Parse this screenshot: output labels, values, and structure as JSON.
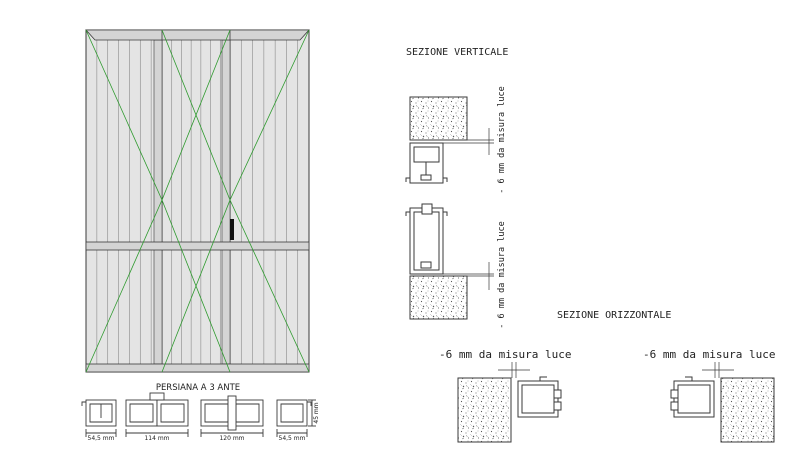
{
  "labels": {
    "vertical_section_title": "SEZIONE VERTICALE",
    "horizontal_section_title": "SEZIONE ORIZZONTALE",
    "shutter_caption": "PERSIANA A 3 ANTE",
    "offset_note": "- 6 mm da misura luce",
    "offset_note_horizontal": "-6 mm da misura luce"
  },
  "dimensions": {
    "d1": "54,5 mm",
    "d2": "114 mm",
    "d3": "120 mm",
    "d4": "54,5 mm",
    "d5": "45 mm"
  },
  "colors": {
    "line": "#3a3a3a",
    "panel_fill": "#e4e4e4",
    "frame_fill": "#d4d4d4",
    "diagonal": "#2e9a2e",
    "concrete": "#8a8a8a",
    "handle": "#111111"
  }
}
